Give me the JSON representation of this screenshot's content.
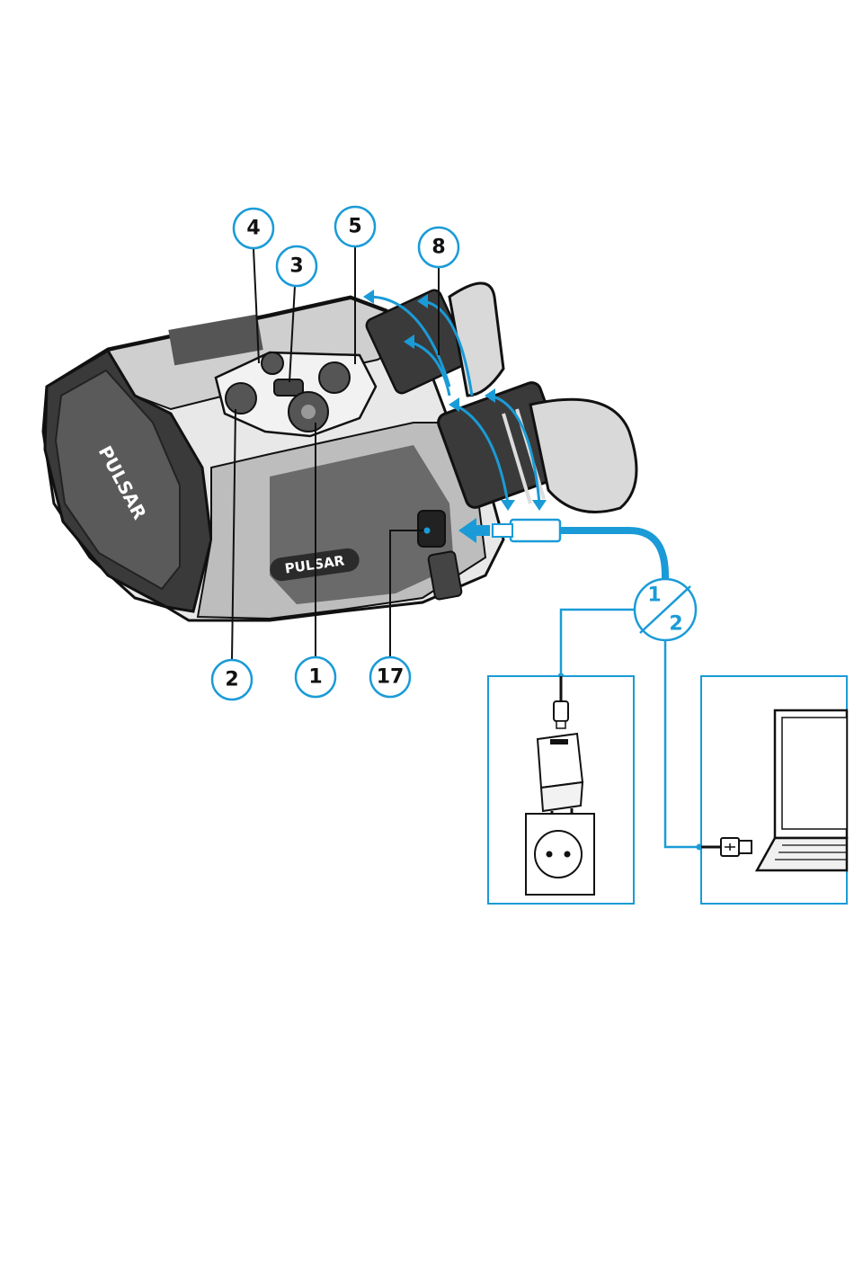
{
  "colors": {
    "accent": "#1a9bd7",
    "ink": "#111111",
    "body_dark": "#2b2b2b",
    "body_mid": "#4a4a4a",
    "body_light": "#e6e6e6"
  },
  "device": {
    "brand_top": "PULSAR",
    "brand_side": "PULSAR"
  },
  "callouts": [
    {
      "id": "4",
      "label": "4"
    },
    {
      "id": "5",
      "label": "5"
    },
    {
      "id": "3",
      "label": "3"
    },
    {
      "id": "8",
      "label": "8"
    },
    {
      "id": "2",
      "label": "2"
    },
    {
      "id": "1",
      "label": "1"
    },
    {
      "id": "17",
      "label": "17"
    }
  ],
  "connection_badge": {
    "top": "1",
    "bottom": "2"
  },
  "panels": [
    {
      "name": "charger-panel",
      "icons": [
        "usb-c-plug-icon",
        "wall-charger-icon",
        "power-socket-icon"
      ]
    },
    {
      "name": "computer-panel",
      "icons": [
        "usb-a-plug-icon",
        "laptop-icon"
      ]
    }
  ]
}
